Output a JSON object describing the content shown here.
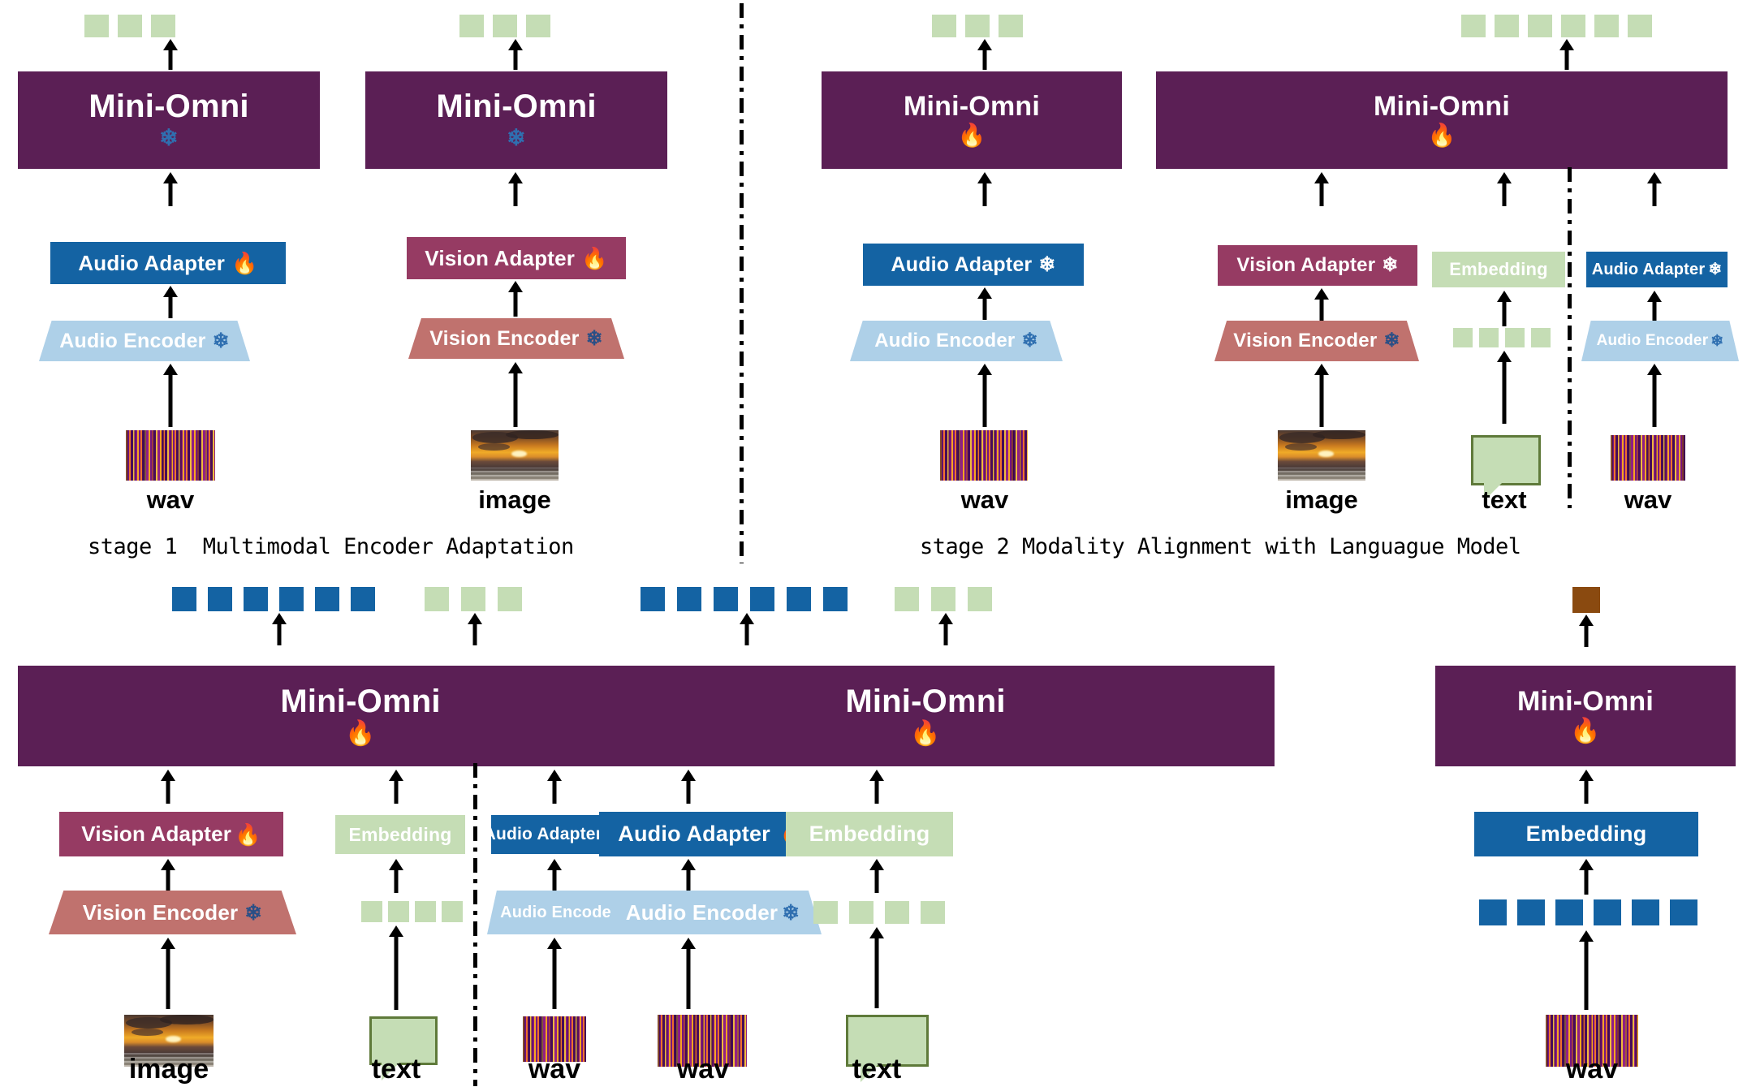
{
  "diagram": {
    "title": "Mini-Omni multimodal training stages",
    "model_name": "Mini-Omni",
    "colors": {
      "model_purple": "#5b1f55",
      "audio_adapter_blue": "#1463a3",
      "vision_adapter_magenta": "#963b63",
      "audio_encoder_light_blue": "#aed0e8",
      "vision_encoder_rose": "#c0726e",
      "embedding_green": "#c5ddb5",
      "text_token_brown": "#8a4a10",
      "snowflake_blue": "#2f6fb0",
      "flame_orange": "#f5a800"
    },
    "icons": {
      "frozen": "❄",
      "trainable": "🔥"
    },
    "captions": {
      "stage1": "stage 1  Multimodal Encoder Adaptation",
      "stage2": "stage 2 Modality Alignment with Languague Model"
    },
    "labels": {
      "model": "Mini-Omni",
      "audio_adapter": "Audio Adapter",
      "vision_adapter": "Vision  Adapter",
      "audio_encoder": "Audio Encoder",
      "vision_encoder": "Vision Encoder",
      "embedding": "Embedding",
      "wav": "wav",
      "image": "image",
      "text": "text"
    },
    "panels": [
      {
        "id": "stage1-audio",
        "caption_group": "stage1",
        "model_state": "frozen",
        "output_tokens": {
          "color": "green",
          "count": 3
        },
        "pipeline": [
          "Audio Encoder (frozen)",
          "Audio Adapter (trainable)",
          "Mini-Omni (frozen)"
        ],
        "input": "wav"
      },
      {
        "id": "stage1-vision",
        "caption_group": "stage1",
        "model_state": "frozen",
        "output_tokens": {
          "color": "green",
          "count": 3
        },
        "pipeline": [
          "Vision Encoder (frozen)",
          "Vision Adapter (trainable)",
          "Mini-Omni (frozen)"
        ],
        "input": "image"
      },
      {
        "id": "stage2-audio",
        "caption_group": "stage2",
        "model_state": "trainable",
        "output_tokens": {
          "color": "green",
          "count": 3
        },
        "pipeline": [
          "Audio Encoder (frozen)",
          "Audio Adapter (frozen)",
          "Mini-Omni (trainable)"
        ],
        "input": "wav"
      },
      {
        "id": "stage2-multimodal",
        "caption_group": "stage2",
        "model_state": "trainable",
        "output_tokens": {
          "color": "green",
          "count": 6
        },
        "pipeline": [
          "Vision Encoder (frozen) -> Vision Adapter (frozen)",
          "text tokens -> Embedding",
          "Audio Encoder (frozen) -> Audio Adapter (frozen)"
        ],
        "inputs": [
          "image",
          "text",
          "wav"
        ]
      },
      {
        "id": "stage3-vision-text-audio",
        "model_state": "trainable",
        "output_tokens": [
          {
            "color": "blue",
            "count": 6
          },
          {
            "color": "green",
            "count": 3
          }
        ],
        "pipeline": [
          "Vision Encoder (frozen) -> Vision Adapter (trainable)",
          "text tokens -> Embedding",
          "Audio Encoder (frozen) -> Audio Adapter (trainable)"
        ],
        "inputs": [
          "image",
          "text",
          "wav"
        ]
      },
      {
        "id": "stage3-audio-text",
        "model_state": "trainable",
        "output_tokens": [
          {
            "color": "blue",
            "count": 6
          },
          {
            "color": "green",
            "count": 3
          }
        ],
        "pipeline": [
          "Audio Encoder (frozen) -> Audio Adapter (trainable)",
          "text tokens -> Embedding"
        ],
        "inputs": [
          "wav",
          "text"
        ]
      },
      {
        "id": "stage3-audio-tokens",
        "model_state": "trainable",
        "output_tokens": [
          {
            "color": "brown",
            "count": 1
          }
        ],
        "pipeline": [
          "wav -> audio tokens -> Embedding -> Mini-Omni (trainable)"
        ],
        "inputs": [
          "wav"
        ]
      }
    ]
  }
}
